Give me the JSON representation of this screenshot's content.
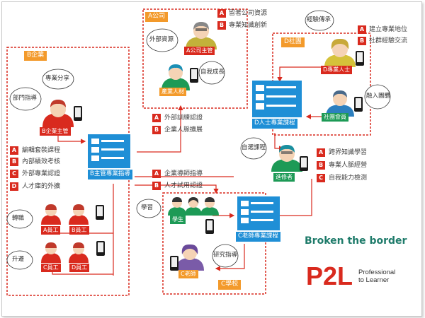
{
  "regions": {
    "b_enterprise": "B企業",
    "a_company": "A公司",
    "d_community": "D社團",
    "c_school": "C學校"
  },
  "roles": {
    "b_manager": "B企業主管",
    "a_supervisor": "A公司主管",
    "industry_talent": "產業人材",
    "d_expert": "D專業人士",
    "community_member": "社團會員",
    "trainee": "進修者",
    "student": "學生",
    "c_teacher": "C老師",
    "a_staff": "A員工",
    "b_staff": "B員工",
    "c_staff": "C員工",
    "d_staff": "D員工"
  },
  "courses": {
    "b_course": "B主管專業指導",
    "d_course": "D人士專業課程",
    "c_course": "C老師專業課程"
  },
  "bubbles": {
    "professional_sharing": "專業分享",
    "dept_guidance": "部門指導",
    "external_resources": "外部資源",
    "self_growth": "自我成長",
    "experience_inheritance": "經驗傳承",
    "join_community": "融入團體",
    "self_selected": "自選課程",
    "learning": "學習",
    "research_guidance": "研究指導",
    "transfer": "轉職",
    "promotion": "升遷"
  },
  "lists": {
    "a_company": [
      {
        "badge": "A",
        "text": "留者公司資源"
      },
      {
        "badge": "B",
        "text": "專業知識創新"
      }
    ],
    "d_community": [
      {
        "badge": "A",
        "text": "建立專業地位"
      },
      {
        "badge": "B",
        "text": "社群經驗交流"
      }
    ],
    "b_enterprise": [
      {
        "badge": "A",
        "text": "編輯套裝課程"
      },
      {
        "badge": "B",
        "text": "內部績效考核"
      },
      {
        "badge": "C",
        "text": "外部專業認證"
      },
      {
        "badge": "D",
        "text": "人才庫的外擴"
      }
    ],
    "industry": [
      {
        "badge": "A",
        "text": "外部訓練認證"
      },
      {
        "badge": "B",
        "text": "企業人脈擴展"
      }
    ],
    "trainee": [
      {
        "badge": "A",
        "text": "跨界知識學習"
      },
      {
        "badge": "B",
        "text": "專業人脈經營"
      },
      {
        "badge": "C",
        "text": "自我能力檢測"
      }
    ],
    "school": [
      {
        "badge": "A",
        "text": "企業導師指導"
      },
      {
        "badge": "B",
        "text": "人才試用認證"
      }
    ]
  },
  "branding": {
    "tagline": "Broken the border",
    "logo": "P2L",
    "subtitle_line1": "Professional",
    "subtitle_line2": "to Learner"
  },
  "colors": {
    "region_border": "#d92a1e",
    "connector": "#d92a1e",
    "course_blue": "#1f8fd6",
    "region_label": "#f39a2b",
    "tagline": "#1e7b6a",
    "brand": "#d92a1e"
  }
}
